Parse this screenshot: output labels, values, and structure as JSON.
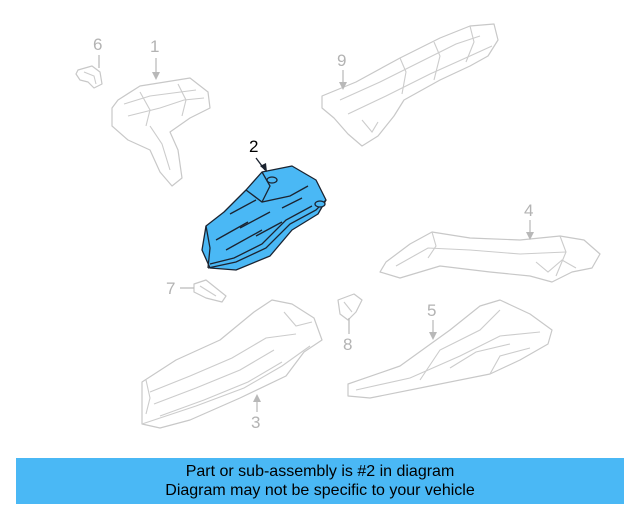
{
  "diagram": {
    "callouts": {
      "c1": "1",
      "c2": "2",
      "c3": "3",
      "c4": "4",
      "c5": "5",
      "c6": "6",
      "c7": "7",
      "c8": "8",
      "c9": "9"
    },
    "highlight_color": "#4ab8f5",
    "highlighted_part": "2"
  },
  "caption": {
    "line1": "Part or sub-assembly is #2 in diagram",
    "line2": "Diagram may not be specific to your vehicle"
  }
}
